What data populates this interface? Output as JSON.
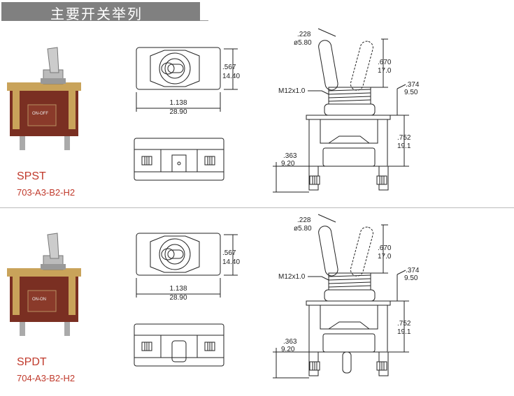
{
  "header": {
    "title": "主要开关举列"
  },
  "sections": [
    {
      "type": "SPST",
      "model": "703-A3-B2-H2",
      "photo_label": "ON-OFF",
      "top_view": {
        "height_in": ".567",
        "height_mm": "14.40",
        "width_in": "1.138",
        "width_mm": "28.90"
      },
      "side_view": {
        "lever_dia_in": ".228",
        "lever_dia_mm": "ø5.80",
        "lever_len_in": ".670",
        "lever_len_mm": "17.0",
        "bushing_in": ".374",
        "bushing_mm": "9.50",
        "thread": "M12x1.0",
        "body_in": ".752",
        "body_mm": "19.1",
        "terminal_in": ".363",
        "terminal_mm": "9.20"
      }
    },
    {
      "type": "SPDT",
      "model": "704-A3-B2-H2",
      "photo_label": "ON-ON",
      "top_view": {
        "height_in": ".567",
        "height_mm": "14.40",
        "width_in": "1.138",
        "width_mm": "28.90"
      },
      "side_view": {
        "lever_dia_in": ".228",
        "lever_dia_mm": "ø5.80",
        "lever_len_in": ".670",
        "lever_len_mm": "17.0",
        "bushing_in": ".374",
        "bushing_mm": "9.50",
        "thread": "M12x1.0",
        "body_in": ".752",
        "body_mm": "19.1",
        "terminal_in": ".363",
        "terminal_mm": "9.20"
      }
    }
  ]
}
